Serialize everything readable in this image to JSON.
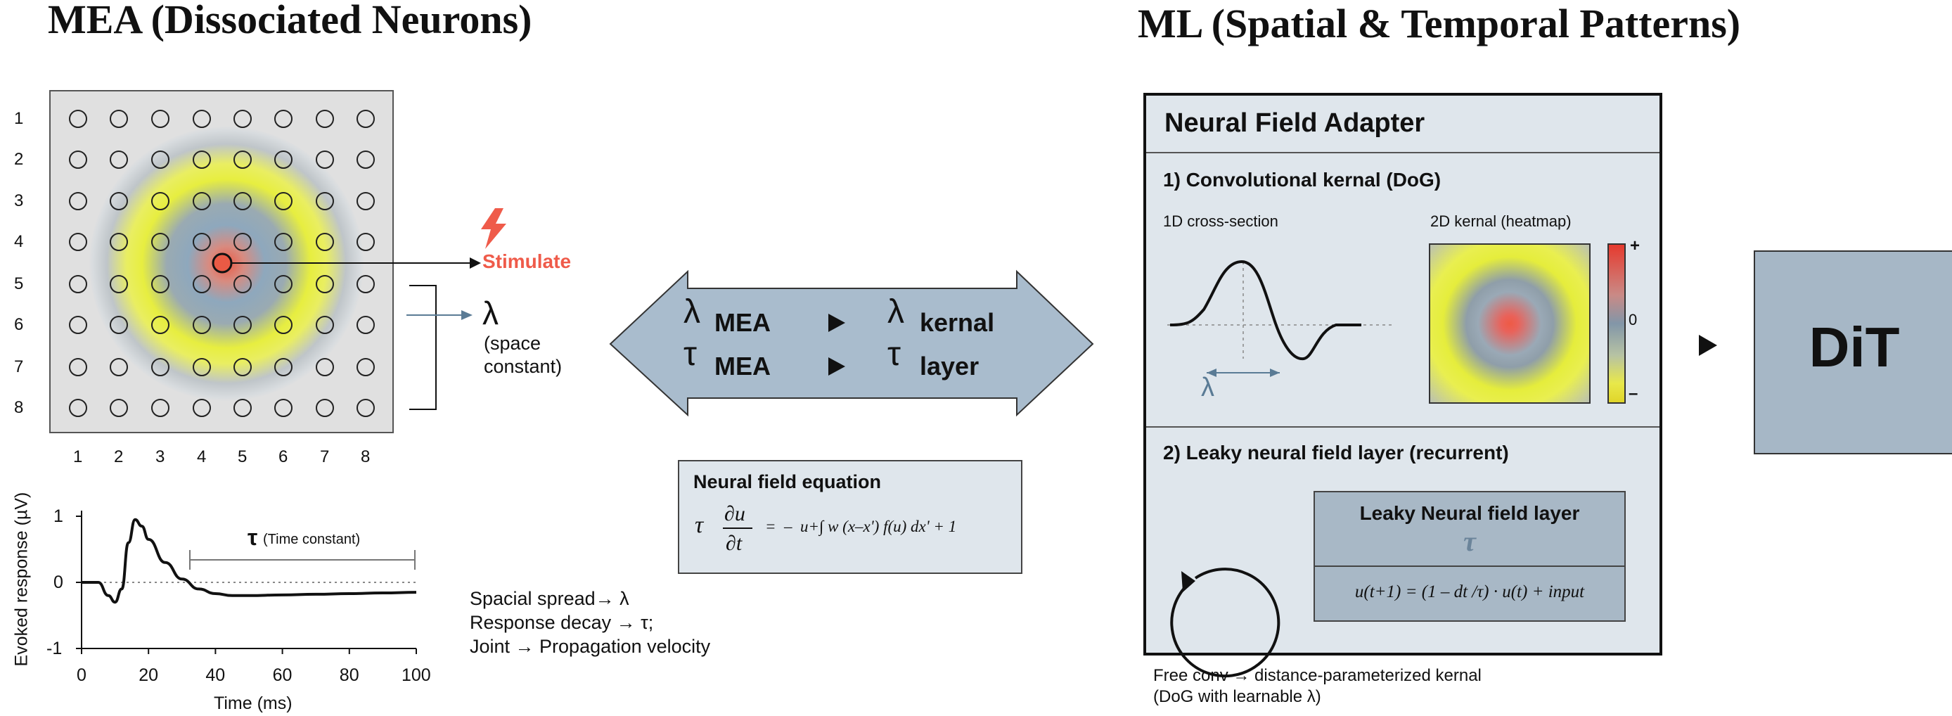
{
  "left_title": "MEA (Dissociated Neurons)",
  "right_title": "ML (Spatial & Temporal Patterns)",
  "grid": {
    "row_labels": [
      "1",
      "2",
      "3",
      "4",
      "5",
      "6",
      "7",
      "8"
    ],
    "col_labels": [
      "1",
      "2",
      "3",
      "4",
      "5",
      "6",
      "7",
      "8"
    ]
  },
  "stimulate_label": "Stimulate",
  "lambda_symbol": "λ",
  "space_constant_line1": "(space",
  "space_constant_line2": "constant)",
  "response_plot": {
    "ylabel": "Evoked response (µV)",
    "xlabel": "Time (ms)",
    "xticks": [
      "0",
      "20",
      "40",
      "60",
      "80",
      "100"
    ],
    "yticks": [
      "1",
      "0",
      "-1"
    ],
    "tau_label": "τ",
    "tau_desc": "(Time constant)"
  },
  "chart_data": {
    "type": "line",
    "title": "",
    "xlabel": "Time (ms)",
    "ylabel": "Evoked response (µV)",
    "xlim": [
      0,
      100
    ],
    "ylim": [
      -1,
      1
    ],
    "x": [
      0,
      5,
      8,
      10,
      12,
      14,
      16,
      18,
      20,
      25,
      30,
      35,
      40,
      45,
      50,
      60,
      70,
      80,
      90,
      100
    ],
    "series": [
      {
        "values": [
          0,
          0,
          -0.2,
          -0.3,
          -0.1,
          0.6,
          0.95,
          0.85,
          0.65,
          0.3,
          0.05,
          -0.1,
          -0.17,
          -0.2,
          -0.2,
          -0.19,
          -0.18,
          -0.17,
          -0.16,
          -0.15
        ]
      }
    ]
  },
  "mapping": {
    "r1_left_sym": "λ",
    "r1_left_sub": "MEA",
    "r1_right_sym": "λ",
    "r1_right_sub": "kernal",
    "r2_left_sym": "τ",
    "r2_left_sub": "MEA",
    "r2_right_sym": "τ",
    "r2_right_sub": "layer"
  },
  "equation_box": {
    "title": "Neural field equation",
    "tau": "τ",
    "num": "∂u",
    "den": "∂t",
    "rhs": "=  –  u+∫ w (x–x') f(u) dx' + 1"
  },
  "notes": {
    "line1": "Spacial spread→ λ",
    "line2": "Response decay → τ;",
    "line3": "Joint → Propagation velocity"
  },
  "adapter": {
    "title": "Neural Field Adapter",
    "sec1_title": "1) Convolutional kernal (DoG)",
    "cross_label": "1D cross-section",
    "heat_label": "2D kernal (heatmap)",
    "lambda": "λ",
    "cb_plus": "+",
    "cb_zero": "0",
    "cb_minus": "–",
    "sec2_title": "2) Leaky neural field layer (recurrent)",
    "leaky_title": "Leaky Neural field layer",
    "leaky_tau": "τ",
    "leaky_eq": "u(t+1) = (1 – dt /τ) · u(t) + input"
  },
  "footer": {
    "line1": "Free conv → distance-parameterized kernal",
    "line2": "(DoG with learnable λ)"
  },
  "dit_label": "DiT",
  "colors": {
    "stim": "#ef5b4a",
    "arrow_fill": "#a9bccd",
    "panel_fill": "#dfe6ec",
    "inner_fill": "#a8b8c6",
    "dit_fill": "#a6b7c6",
    "lambda_blue": "#5a7b95"
  }
}
